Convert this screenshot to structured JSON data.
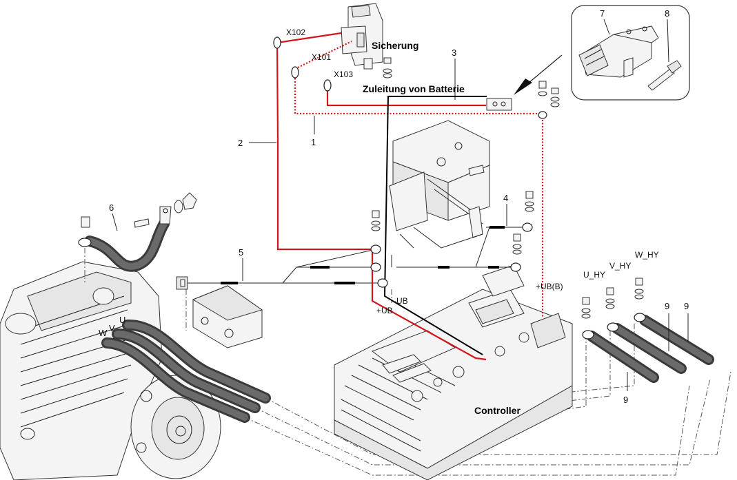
{
  "labels": {
    "sicherung": "Sicherung",
    "zuleitung": "Zuleitung von Batterie",
    "controller": "Controller",
    "x102": "X102",
    "x101": "X101",
    "x103": "X103",
    "ub_b": "+UB(B)",
    "minus_ub": "-UB",
    "plus_ub": "+UB",
    "u_hy": "U_HY",
    "v_hy": "V_HY",
    "w_hy": "W_HY",
    "motor_u": "U",
    "motor_v": "V",
    "motor_w": "W"
  },
  "callouts": {
    "n1": "1",
    "n2": "2",
    "n3": "3",
    "n4": "4",
    "n5": "5",
    "n6": "6",
    "n7": "7",
    "n8": "8",
    "n9a": "9",
    "n9b": "9",
    "n9c": "9"
  },
  "colors": {
    "wire_red": "#d0161b",
    "wire_black": "#000000",
    "cable": "#3a3a3a"
  }
}
